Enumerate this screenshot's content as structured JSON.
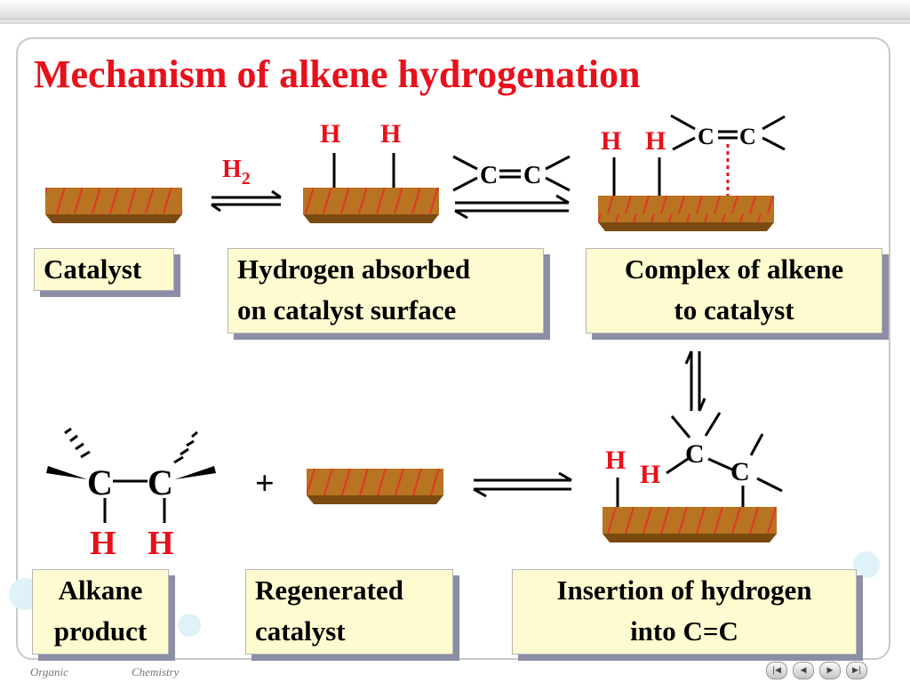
{
  "title": "Mechanism of alkene hydrogenation",
  "labels": {
    "catalyst": "Catalyst",
    "hydrogen_absorbed_1": "Hydrogen absorbed",
    "hydrogen_absorbed_2": "on catalyst surface",
    "complex_1": "Complex of alkene",
    "complex_2": "to catalyst",
    "alkane_1": "Alkane",
    "alkane_2": "product",
    "regenerated_1": "Regenerated",
    "regenerated_2": "catalyst",
    "insertion_1": "Insertion of hydrogen",
    "insertion_2": "into C=C"
  },
  "chem": {
    "H": "H",
    "H2_base": "H",
    "H2_sub": "2",
    "C": "C",
    "plus": "+"
  },
  "footer": {
    "organic": "Organic",
    "chemistry": "Chemistry"
  },
  "nav": {
    "first": "|◀",
    "prev": "◀",
    "next": "▶",
    "last": "▶|"
  },
  "colors": {
    "title": "#e8101a",
    "hydrogen": "#e8101a",
    "catalyst_fill": "#b87420",
    "label_bg": "#fffbd0"
  }
}
